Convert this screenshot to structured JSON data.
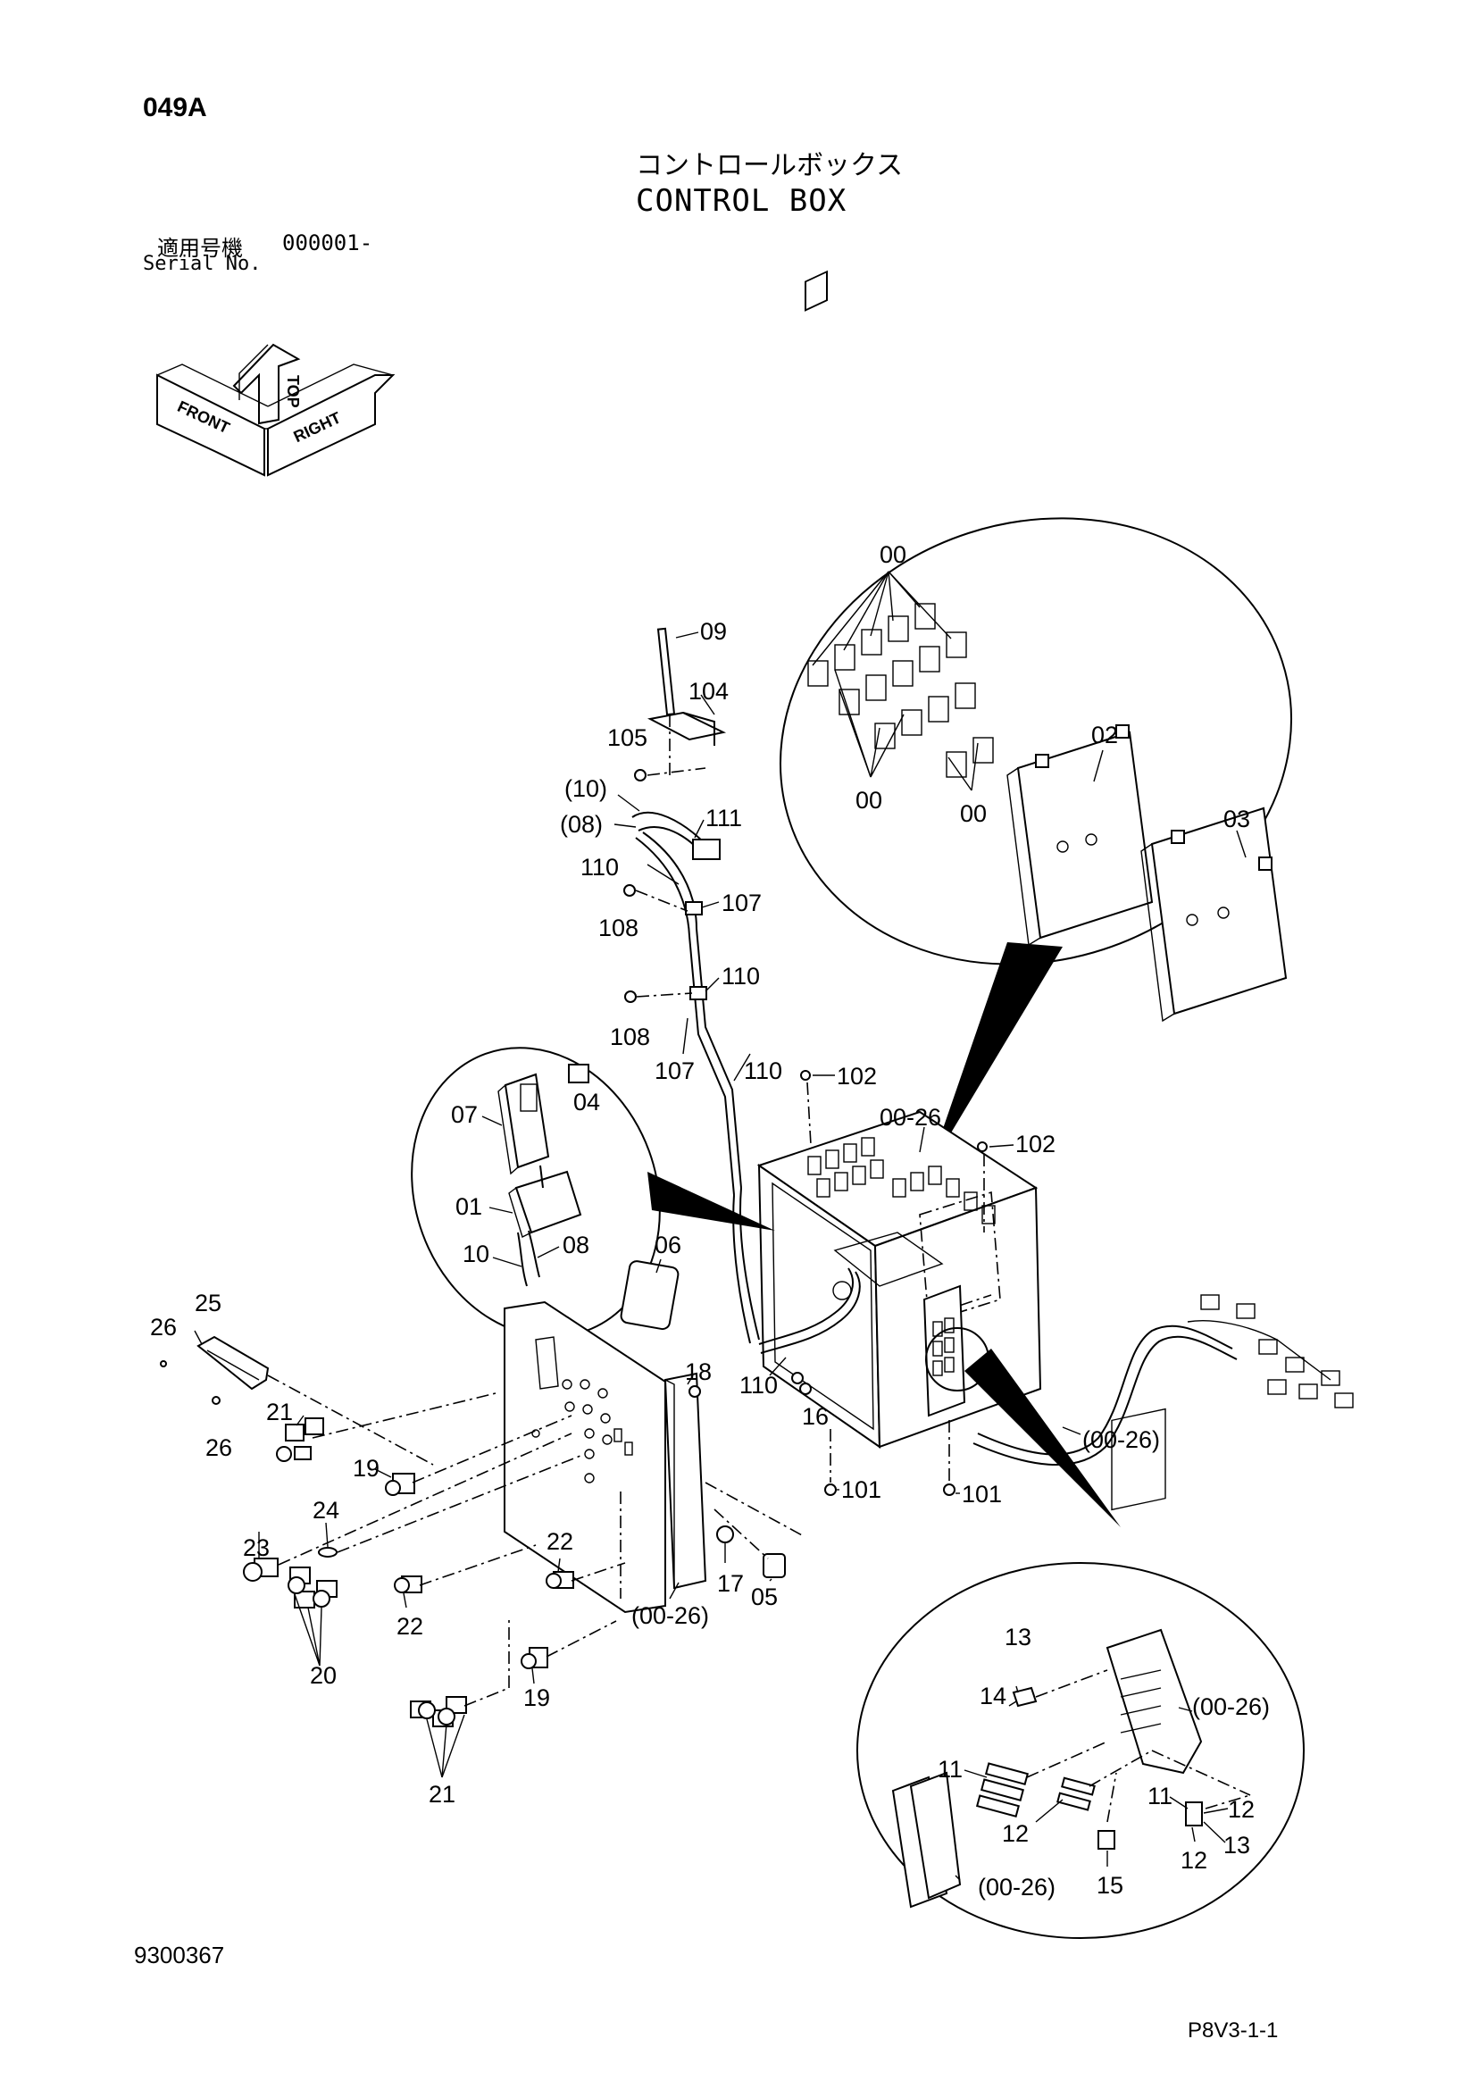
{
  "header": {
    "page_code": "049A",
    "title_jp": "コントロールボックス",
    "title_en": "CONTROL BOX",
    "serial_label_jp": "適用号機",
    "serial_value": "000001-",
    "serial_label_en": "Serial No."
  },
  "orientation": {
    "top": "TOP",
    "front": "FRONT",
    "right": "RIGHT"
  },
  "footer": {
    "doc_number": "9300367",
    "page_ref": "P8V3-1-1"
  },
  "callouts": {
    "c00a": "00",
    "c00b": "00",
    "c00c": "00",
    "c02": "02",
    "c03": "03",
    "c09": "09",
    "c104": "104",
    "c105": "105",
    "c10p": "(10)",
    "c08p": "(08)",
    "c111": "111",
    "c110a": "110",
    "c108a": "108",
    "c107a": "107",
    "c110b": "110",
    "c108b": "108",
    "c107b": "107",
    "c110c": "110",
    "c102a": "102",
    "c0026a": "00-26",
    "c102b": "102",
    "c07": "07",
    "c04": "04",
    "c01": "01",
    "c10": "10",
    "c08": "08",
    "c06": "06",
    "c25": "25",
    "c26a": "26",
    "c26b": "26",
    "c18": "18",
    "c21a": "21",
    "c19a": "19",
    "c24": "24",
    "c23": "23",
    "c20": "20",
    "c22a": "22",
    "c22b": "22",
    "c19b": "19",
    "c21b": "21",
    "c110d": "110",
    "c16": "16",
    "c0026b": "(00-26)",
    "c17": "17",
    "c05": "05",
    "c101a": "101",
    "c101b": "101",
    "c0026c": "(00-26)",
    "c13a": "13",
    "c14": "14",
    "c0026d": "(00-26)",
    "c11a": "11",
    "c12a": "12",
    "c11b": "11",
    "c12b": "12",
    "c13b": "13",
    "c12c": "12",
    "c15": "15",
    "c0026e": "(00-26)"
  }
}
